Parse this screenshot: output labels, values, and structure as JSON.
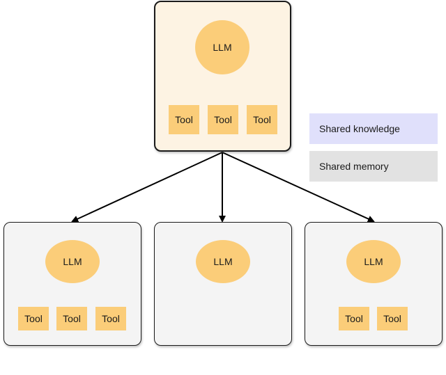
{
  "main_agent": {
    "llm_label": "LLM",
    "tools": [
      "Tool",
      "Tool",
      "Tool"
    ]
  },
  "sub_agents": [
    {
      "llm_label": "LLM",
      "tools": [
        "Tool",
        "Tool",
        "Tool"
      ]
    },
    {
      "llm_label": "LLM",
      "tools": []
    },
    {
      "llm_label": "LLM",
      "tools": [
        "Tool",
        "Tool"
      ]
    }
  ],
  "legend": {
    "shared_knowledge": "Shared knowledge",
    "shared_memory": "Shared memory"
  },
  "colors": {
    "main_agent_fill": "#fdf3e3",
    "sub_agent_fill": "#f4f4f4",
    "llm_fill": "#fbcd79",
    "tool_fill": "#fbcd79",
    "shared_knowledge_fill": "#e0e0fb",
    "shared_memory_fill": "#e2e2e2"
  }
}
